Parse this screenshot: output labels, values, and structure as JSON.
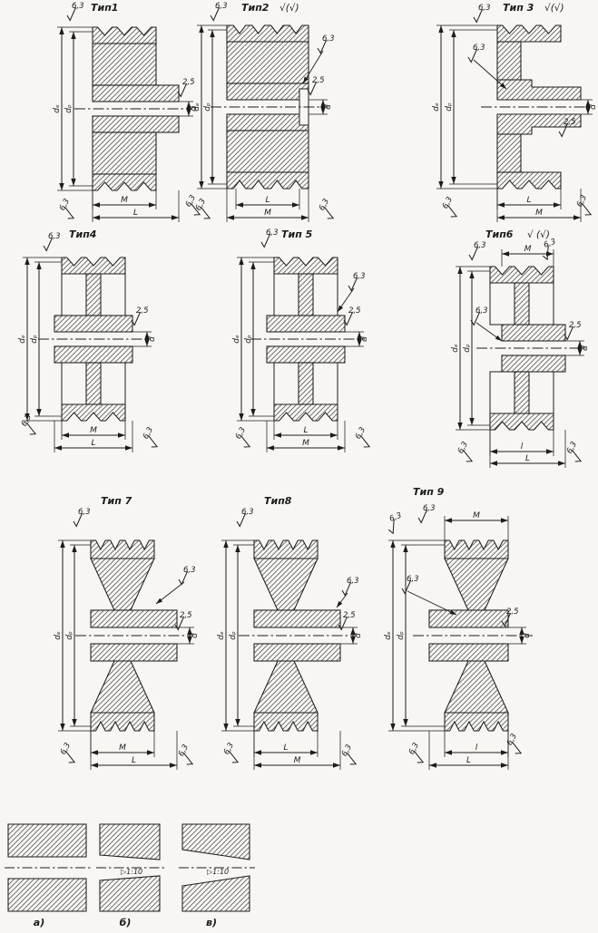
{
  "drawing": {
    "figures": {
      "t1": {
        "title": "Тип1",
        "labels": {
          "de": "dₑ",
          "dp": "dₚ",
          "d": "d",
          "m": "M",
          "l": "L",
          "r_top": "6,3",
          "r_bore": "2,5",
          "r_bl": "6,3",
          "r_br": "6,3"
        }
      },
      "t2": {
        "title": "Тип2",
        "labels": {
          "rest": "√(√)",
          "de": "dₑ",
          "dp": "dₚ",
          "d": "d",
          "m": "M",
          "l": "L",
          "r_top": "6,3",
          "r_lead": "6,3",
          "r_bore": "2,5",
          "r_bl": "6,3",
          "r_br": "6,3"
        }
      },
      "t3": {
        "title": "Тип 3",
        "labels": {
          "rest": "√(√)",
          "de": "dₑ",
          "dp": "dₚ",
          "d": "d",
          "m": "M",
          "l": "L",
          "r_top": "6,3",
          "r_lead": "6,3",
          "r_bore": "2,5",
          "r_bl": "6,3",
          "r_br": "6,3"
        }
      },
      "t4": {
        "title": "Тип4",
        "labels": {
          "de": "dₑ",
          "dp": "dₚ",
          "d": "d",
          "m": "M",
          "l": "L",
          "r_top": "6,3",
          "r_bore": "2,5",
          "r_bl": "6,3",
          "r_br": "6,3"
        }
      },
      "t5": {
        "title": "Тип 5",
        "labels": {
          "de": "dₑ",
          "dp": "dₚ",
          "d": "d",
          "m": "M",
          "l": "L",
          "r_top": "6,3",
          "r_lead": "6,3",
          "r_bore": "2,5",
          "r_bl": "6,3",
          "r_br": "6,3"
        }
      },
      "t6": {
        "title": "Тип6",
        "labels": {
          "rest": "√ (√)",
          "de": "dₑ",
          "dp": "dₚ",
          "d": "d",
          "m": "M",
          "l_small": "l",
          "l": "L",
          "r_top": "6,3",
          "r_top2": "6,3",
          "r_lead": "6,3",
          "r_bore": "2,5",
          "r_bl": "6,3",
          "r_br": "6,3"
        }
      },
      "t7": {
        "title": "Тип 7",
        "labels": {
          "de": "dₑ",
          "dp": "dₚ",
          "d": "d",
          "m": "M",
          "l": "L",
          "r_top": "6,3",
          "r_lead": "6,3",
          "r_bore": "2,5",
          "r_bl": "6,3",
          "r_br": "6,3"
        }
      },
      "t8": {
        "title": "Тип8",
        "labels": {
          "de": "dₑ",
          "dp": "dₚ",
          "d": "d",
          "m": "M",
          "l": "L",
          "r_top": "6,3",
          "r_lead": "6,3",
          "r_bore": "2,5",
          "r_bl": "6,3",
          "r_br": "6,3"
        }
      },
      "t9": {
        "title": "Тип 9",
        "labels": {
          "de": "dₑ",
          "dp": "dₚ",
          "d": "d",
          "m": "M",
          "l_small": "l",
          "l": "L",
          "r_top": "6,3",
          "r_top2": "6,3",
          "r_lead": "6,3",
          "r_bore": "2,5",
          "r_bl": "6,3",
          "r_br": "6,3"
        }
      }
    },
    "details": {
      "a": {
        "caption": "а)"
      },
      "b": {
        "caption": "б)",
        "taper": "▷1:10"
      },
      "v": {
        "caption": "в)",
        "taper": "▷1:10"
      }
    }
  }
}
